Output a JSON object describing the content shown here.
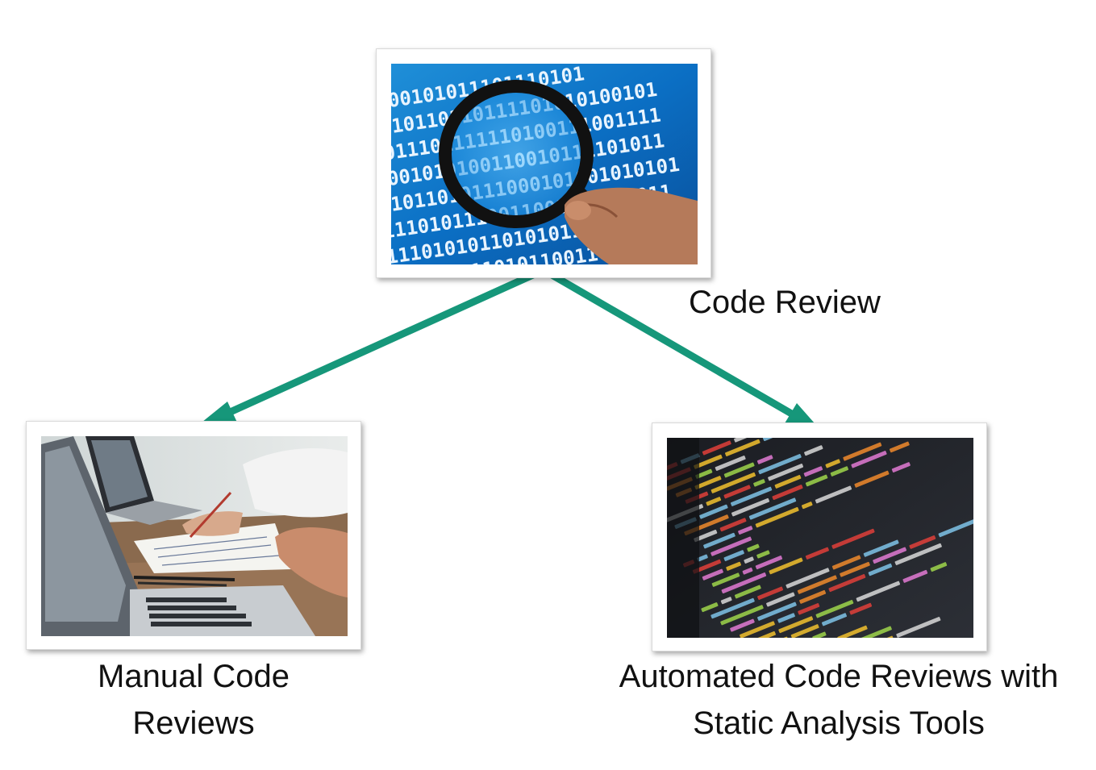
{
  "diagram": {
    "arrow_color": "#16977a",
    "root": {
      "label": "Code Review",
      "image_icon": "magnifier-over-binary-icon",
      "binary_rows": [
        "0100101011101110101",
        "1010110110111101010100101",
        "0011101111110100111001111",
        "1001010100110010111101011",
        "01011010111000101001010101",
        "1110101110011001010111011",
        "11101010110101011010101",
        "0101010110101100110101"
      ]
    },
    "children": [
      {
        "label_line1": "Manual Code",
        "label_line2": "Reviews",
        "image_icon": "laptop-desk-meeting-icon"
      },
      {
        "label_line1": "Automated Code Reviews with",
        "label_line2": "Static Analysis Tools",
        "image_icon": "source-code-screen-icon"
      }
    ]
  }
}
